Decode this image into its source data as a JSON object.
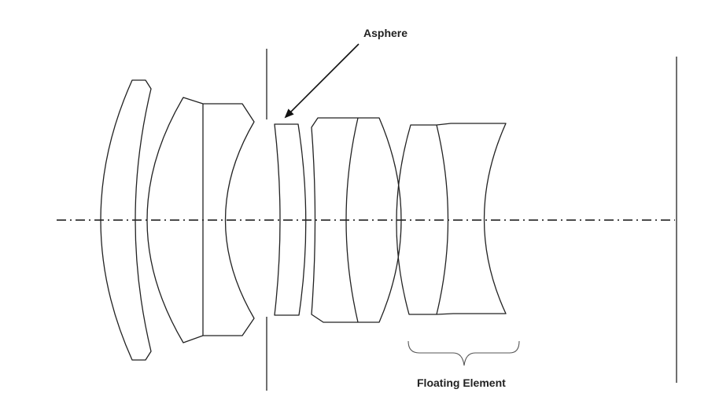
{
  "labels": {
    "asphere": "Asphere",
    "floating_element": "Floating Element"
  },
  "components": [
    {
      "id": "element-1",
      "type": "meniscus-lens"
    },
    {
      "id": "group-2",
      "type": "cemented-doublet"
    },
    {
      "id": "aperture-stop",
      "type": "stop"
    },
    {
      "id": "element-asphere",
      "type": "aspheric-meniscus"
    },
    {
      "id": "group-4",
      "type": "cemented-doublet"
    },
    {
      "id": "group-floating",
      "type": "cemented-doublet"
    },
    {
      "id": "image-plane",
      "type": "plane"
    }
  ],
  "colors": {
    "line": "#222222",
    "background": "#ffffff"
  }
}
